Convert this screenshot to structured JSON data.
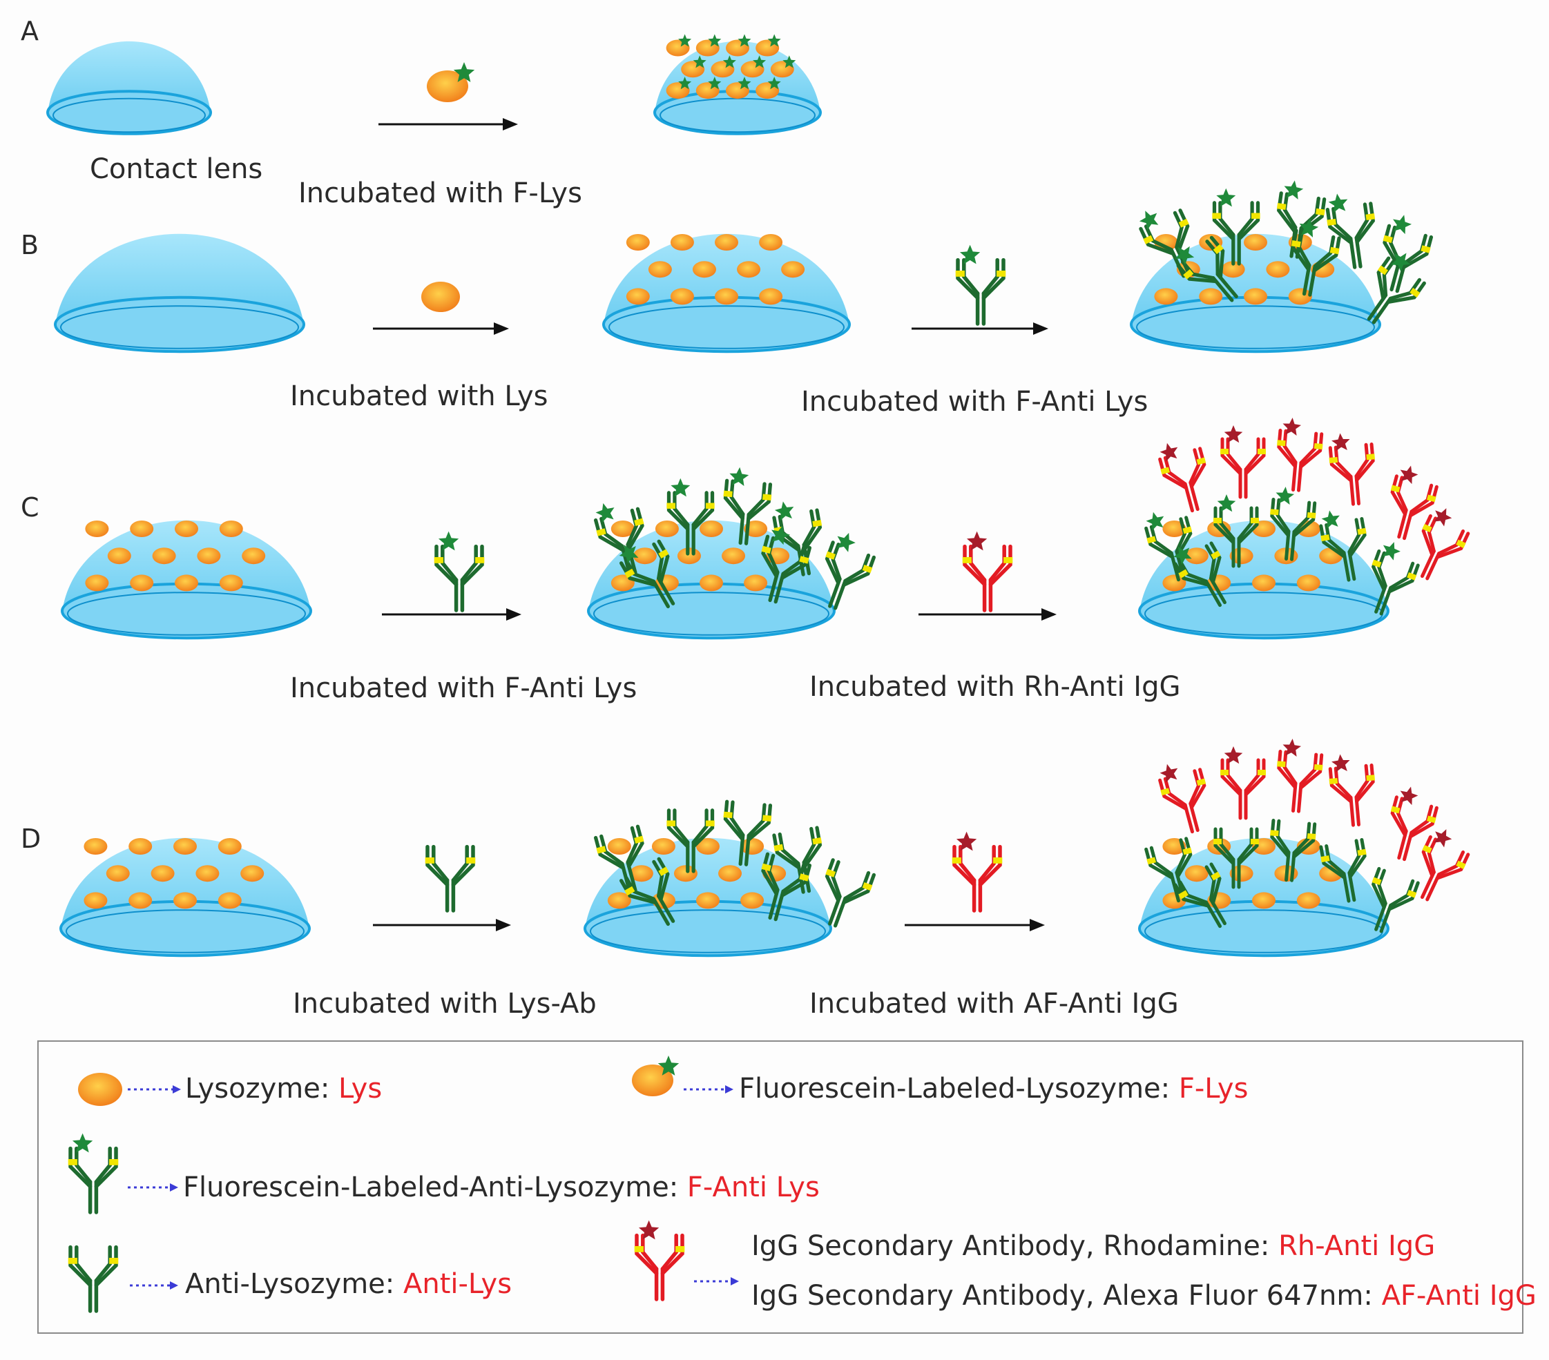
{
  "panels": [
    {
      "label": "A",
      "captions": [
        "Contact lens",
        "Incubated with F-Lys"
      ]
    },
    {
      "label": "B",
      "captions": [
        "Incubated with Lys",
        "Incubated with F-Anti Lys"
      ]
    },
    {
      "label": "C",
      "captions": [
        "Incubated with F-Anti Lys",
        "Incubated with Rh-Anti IgG"
      ]
    },
    {
      "label": "D",
      "captions": [
        "Incubated with Lys-Ab",
        "Incubated with AF-Anti IgG"
      ]
    }
  ],
  "legend": {
    "lys": {
      "name": "Lysozyme: ",
      "abbr": "Lys"
    },
    "flys": {
      "name": "Fluorescein-Labeled-Lysozyme: ",
      "abbr": "F-Lys"
    },
    "fanti": {
      "name": "Fluorescein-Labeled-Anti-Lysozyme: ",
      "abbr": "F-Anti Lys"
    },
    "anti": {
      "name": "Anti-Lysozyme: ",
      "abbr": "Anti-Lys"
    },
    "rh": {
      "name": "IgG Secondary Antibody, Rhodamine: ",
      "abbr": "Rh-Anti IgG"
    },
    "af": {
      "name": "IgG Secondary Antibody, Alexa Fluor 647nm: ",
      "abbr": "AF-Anti IgG"
    }
  },
  "colors": {
    "lens_top": "#8fdcf6",
    "lens_edge": "#1aa3dc",
    "lysozyme": "#f08a1c",
    "antibody_green": "#1e6b2f",
    "antibody_red": "#e31b23",
    "star_green": "#1f8a3a",
    "star_red": "#a61c2a",
    "hinge_yellow": "#f2e600",
    "legend_abbr": "#e8232a"
  }
}
